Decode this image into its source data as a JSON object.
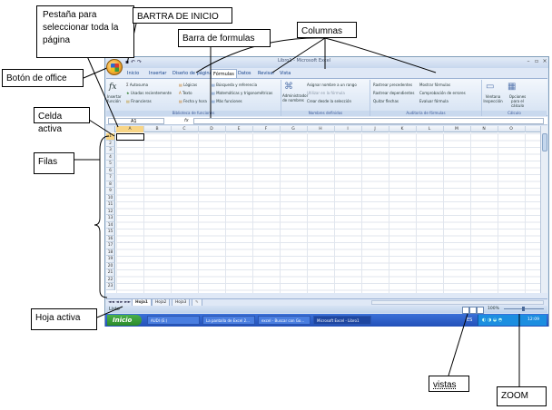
{
  "annotations": {
    "pestana": "Pestaña para seleccionar toda la página",
    "barra_inicio": "BARTRA DE INICIO",
    "barra_formulas": "Barra de formulas",
    "columnas": "Columnas",
    "boton_office": "Botón de office",
    "celda_activa": "Celda activa",
    "filas": "Filas",
    "hoja_activa": "Hoja activa",
    "vistas": "vistas",
    "zoom": "ZOOM"
  },
  "window": {
    "title": "Libro1 - Microsoft Excel"
  },
  "ribbon_tabs": [
    "Inicio",
    "Insertar",
    "Diseño de página",
    "Fórmulas",
    "Datos",
    "Revisar",
    "Vista"
  ],
  "active_tab": "Fórmulas",
  "ribbon": {
    "group1_label": "Biblioteca de funciones",
    "group2_label": "Nombres definidos",
    "group3_label": "Auditoría de fórmulas",
    "group4_label": "Cálculo",
    "insert_fn": "Insertar función",
    "autosum": "Autosuma",
    "recent": "Usadas recientemente",
    "financial": "Financieras",
    "logical": "Lógicas",
    "text": "Texto",
    "datetime": "Fecha y hora",
    "lookup": "Búsqueda y referencia",
    "math": "Matemáticas y trigonométricas",
    "more": "Más funciones",
    "name_manager": "Administrador de nombres",
    "assign_name": "Asignar nombre a un rango",
    "use_in_formula": "Utilizar en la fórmula",
    "create_from_sel": "Crear desde la selección",
    "trace_precedents": "Rastrear precedentes",
    "trace_dependents": "Rastrear dependientes",
    "remove_arrows": "Quitar flechas",
    "show_formulas": "Mostrar fórmulas",
    "error_check": "Comprobación de errores",
    "evaluate": "Evaluar fórmula",
    "watch_window": "Ventana Inspección",
    "calc_options": "Opciones para el cálculo"
  },
  "formula_bar": {
    "name_box": "A1",
    "fx": "fx",
    "value": ""
  },
  "columns": [
    "A",
    "B",
    "C",
    "D",
    "E",
    "F",
    "G",
    "H",
    "I",
    "J",
    "K",
    "L",
    "M",
    "N",
    "O"
  ],
  "rows": [
    "1",
    "2",
    "3",
    "4",
    "5",
    "6",
    "7",
    "8",
    "9",
    "10",
    "11",
    "12",
    "13",
    "14",
    "15",
    "16",
    "17",
    "18",
    "19",
    "20",
    "21",
    "22",
    "23"
  ],
  "sheets": [
    "Hoja1",
    "Hoja2",
    "Hoja3"
  ],
  "active_sheet": "Hoja1",
  "status": {
    "left": "Listo",
    "zoom": "100%"
  },
  "taskbar": {
    "start": "Inicio",
    "tasks": [
      "AUDI (E:)",
      "La pantalla de Excel 2...",
      "excel - Buscar con Go...",
      "Microsoft Excel - Libro1"
    ],
    "active_task": "Microsoft Excel - Libro1",
    "lang": "ES",
    "clock": "12:09 p.m."
  }
}
